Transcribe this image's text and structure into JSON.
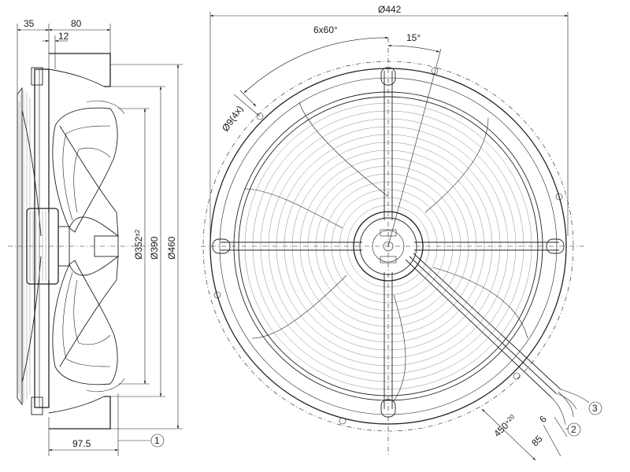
{
  "side_view": {
    "dims": {
      "d35": "35",
      "d80": "80",
      "d12": "12",
      "d97_5": "97.5",
      "d352": "Ø352",
      "d352_tol": "±2",
      "d390": "Ø390",
      "d460": "Ø460"
    },
    "callout_1": "1"
  },
  "front_view": {
    "dims": {
      "d442": "Ø442",
      "angle_6x60": "6x60°",
      "angle_15": "15°",
      "hole": "Ø9(4x)",
      "cable_len": "450",
      "cable_len_tol": "+20",
      "d6": "6",
      "d85": "85"
    },
    "callout_2": "2",
    "callout_3": "3"
  }
}
